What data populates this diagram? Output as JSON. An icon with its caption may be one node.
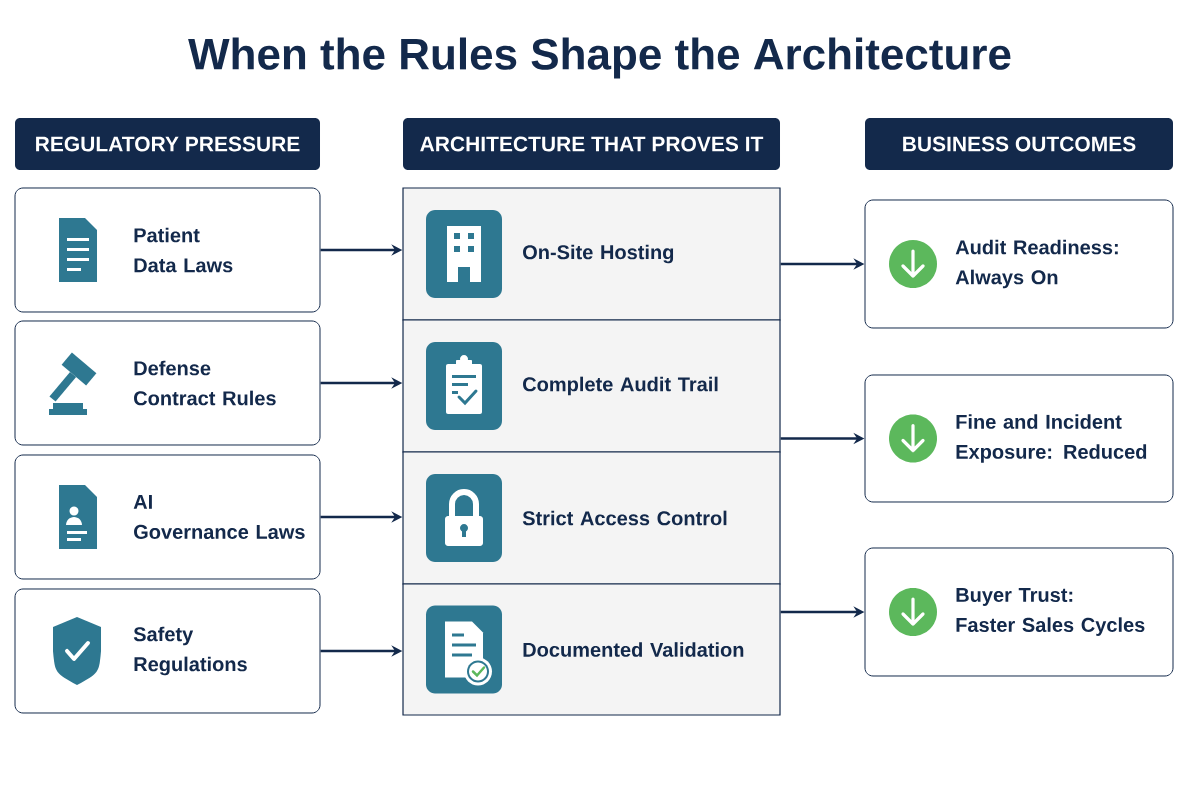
{
  "diagram": {
    "title": "When the Rules Shape the Architecture",
    "nodes": [
      {
        "text": [
          "REGULATORY PRESSURE"
        ]
      },
      {
        "text": [
          "ARCHITECTURE THAT PROVES IT"
        ]
      },
      {
        "text": [
          "BUSINESS OUTCOMES"
        ]
      },
      {
        "text": [
          "Patient Data Laws"
        ]
      },
      {
        "text": [
          "Defense Contract Rules"
        ]
      },
      {
        "text": [
          "AI Governance Laws"
        ]
      },
      {
        "text": [
          "Safety Regulations"
        ]
      },
      {
        "text": [
          "On-Site Hosting"
        ]
      },
      {
        "text": [
          "Complete Audit Trail"
        ]
      },
      {
        "text": [
          "Strict Access Control"
        ]
      },
      {
        "text": [
          "Documented Validation"
        ]
      },
      {
        "text": [
          "Audit Readiness: Always On"
        ]
      },
      {
        "text": [
          "Fine and Incident Exposure: Reduced"
        ]
      },
      {
        "text": [
          "Buyer Trust: Faster Sales Cycles"
        ]
      }
    ],
    "edges": [
      {
        "from": 3,
        "to": 7,
        "arrow": "to"
      },
      {
        "from": 4,
        "to": 8,
        "arrow": "to"
      },
      {
        "from": 5,
        "to": 9,
        "arrow": "to"
      },
      {
        "from": 6,
        "to": 10,
        "arrow": "to"
      },
      {
        "from": 7,
        "to": 11,
        "arrow": "to"
      },
      {
        "from": 8,
        "to": 12,
        "arrow": "to"
      },
      {
        "from": 10,
        "to": 13,
        "arrow": "to"
      }
    ]
  }
}
